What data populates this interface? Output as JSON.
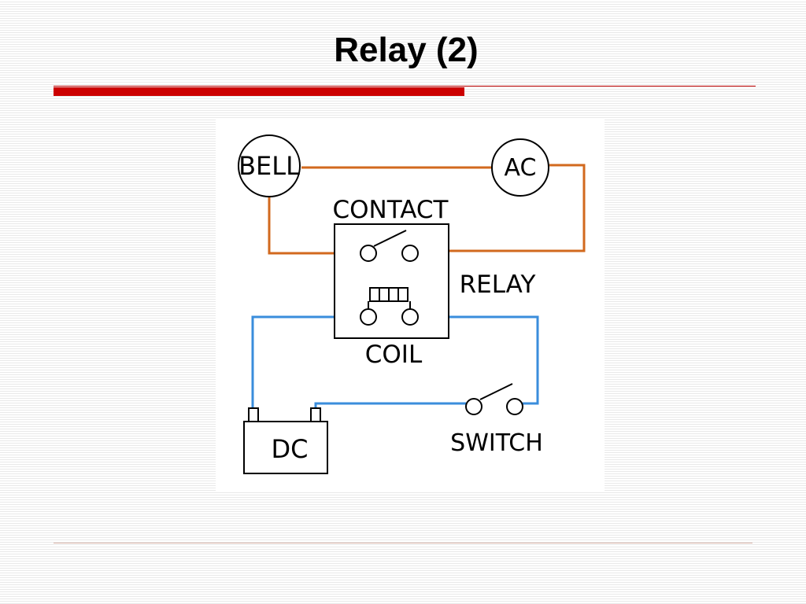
{
  "slide": {
    "title": "Relay (2)"
  },
  "diagram": {
    "labels": {
      "bell": "BELL",
      "ac": "AC",
      "contact": "CONTACT",
      "relay": "RELAY",
      "coil": "COIL",
      "dc": "DC",
      "switch": "SWITCH"
    },
    "colors": {
      "ac_wire": "#d2691e",
      "dc_wire": "#3a8ddc",
      "accent_bar": "#cc0000"
    }
  }
}
